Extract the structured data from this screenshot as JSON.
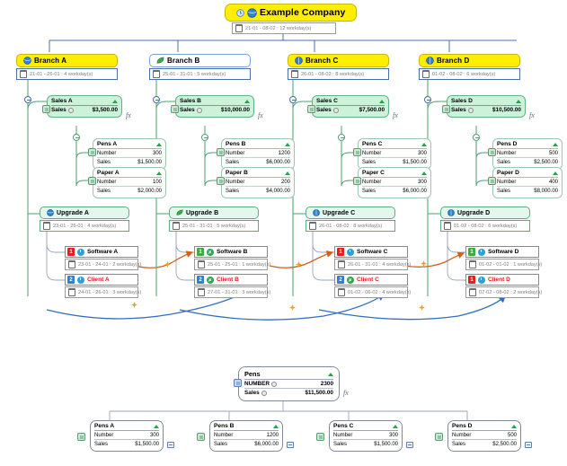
{
  "root": {
    "title": "Example Company",
    "date": "21-01 - 08-02 : 12 workday(s)"
  },
  "branches": [
    {
      "name": "Branch A",
      "date": "21-01 - 26-01 : 4 workday(s)",
      "sales": {
        "title": "Sales A",
        "label": "Sales",
        "value": "$3,500.00"
      },
      "items": [
        {
          "title": "Pens A",
          "number_label": "Number",
          "number": "300",
          "sales_label": "Sales",
          "sales": "$1,500.00"
        },
        {
          "title": "Paper A",
          "number_label": "Number",
          "number": "100",
          "sales_label": "Sales",
          "sales": "$2,000.00"
        }
      ],
      "upgrade": {
        "title": "Upgrade A",
        "date": "23-01 - 26-01 : 4 workday(s)"
      },
      "tasks": [
        {
          "title": "Software A",
          "priority": "1",
          "priority_color": "red",
          "status": "clock",
          "date": "23-01 - 24-01 : 2 workday(s)",
          "title_color": "black"
        },
        {
          "title": "Client A",
          "priority": "2",
          "priority_color": "blue",
          "status": "clock",
          "date": "24-01 - 26-01 : 3 workday(s)",
          "title_color": "red"
        }
      ]
    },
    {
      "name": "Branch B",
      "date": "25-01 - 31-01 : 5 workday(s)",
      "sales": {
        "title": "Sales B",
        "label": "Sales",
        "value": "$10,000.00"
      },
      "items": [
        {
          "title": "Pens B",
          "number_label": "Number",
          "number": "1200",
          "sales_label": "Sales",
          "sales": "$6,000.00"
        },
        {
          "title": "Paper B",
          "number_label": "Number",
          "number": "200",
          "sales_label": "Sales",
          "sales": "$4,000.00"
        }
      ],
      "upgrade": {
        "title": "Upgrade B",
        "date": "25-01 - 31-01 : 5 workday(s)"
      },
      "tasks": [
        {
          "title": "Software B",
          "priority": "1",
          "priority_color": "green",
          "status": "done",
          "date": "25-01 - 25-01 : 1 workday(s)",
          "title_color": "black"
        },
        {
          "title": "Client B",
          "priority": "2",
          "priority_color": "blue",
          "status": "done",
          "date": "27-01 - 31-01 : 3 workday(s)",
          "title_color": "red"
        }
      ]
    },
    {
      "name": "Branch C",
      "date": "26-01 - 08-02 : 8 workday(s)",
      "sales": {
        "title": "Sales C",
        "label": "Sales",
        "value": "$7,500.00"
      },
      "items": [
        {
          "title": "Pens C",
          "number_label": "Number",
          "number": "300",
          "sales_label": "Sales",
          "sales": "$1,500.00"
        },
        {
          "title": "Paper C",
          "number_label": "Number",
          "number": "300",
          "sales_label": "Sales",
          "sales": "$6,000.00"
        }
      ],
      "upgrade": {
        "title": "Upgrade C",
        "date": "26-01 - 08-02 : 8 workday(s)"
      },
      "tasks": [
        {
          "title": "Software C",
          "priority": "1",
          "priority_color": "red",
          "status": "clock",
          "date": "26-01 - 31-01 : 4 workday(s)",
          "title_color": "black"
        },
        {
          "title": "Client C",
          "priority": "2",
          "priority_color": "blue",
          "status": "done",
          "date": "01-02 - 06-02 : 4 workday(s)",
          "title_color": "red"
        }
      ]
    },
    {
      "name": "Branch D",
      "date": "01-02 - 08-02 : 6 workday(s)",
      "sales": {
        "title": "Sales D",
        "label": "Sales",
        "value": "$10,500.00"
      },
      "items": [
        {
          "title": "Pens D",
          "number_label": "Number",
          "number": "500",
          "sales_label": "Sales",
          "sales": "$2,500.00"
        },
        {
          "title": "Paper D",
          "number_label": "Number",
          "number": "400",
          "sales_label": "Sales",
          "sales": "$8,000.00"
        }
      ],
      "upgrade": {
        "title": "Upgrade D",
        "date": "01-02 - 08-02 : 6 workday(s)"
      },
      "tasks": [
        {
          "title": "Software D",
          "priority": "1",
          "priority_color": "green",
          "status": "clock",
          "date": "01-02 - 01-02 : 1 workday(s)",
          "title_color": "black"
        },
        {
          "title": "Client D",
          "priority": "1",
          "priority_color": "red",
          "status": "clock",
          "date": "07-02 - 08-02 : 2 workday(s)",
          "title_color": "red"
        }
      ]
    }
  ],
  "summary": {
    "title": "Pens",
    "number_label": "NUMBER",
    "number": "2300",
    "sales_label": "Sales",
    "sales": "$11,500.00",
    "children": [
      {
        "title": "Pens A",
        "number_label": "Number",
        "number": "300",
        "sales_label": "Sales",
        "sales": "$1,500.00"
      },
      {
        "title": "Pens B",
        "number_label": "Number",
        "number": "1200",
        "sales_label": "Sales",
        "sales": "$6,000.00"
      },
      {
        "title": "Pens C",
        "number_label": "Number",
        "number": "300",
        "sales_label": "Sales",
        "sales": "$1,500.00"
      },
      {
        "title": "Pens D",
        "number_label": "Number",
        "number": "500",
        "sales_label": "Sales",
        "sales": "$2,500.00"
      }
    ]
  },
  "colors": {
    "root_fill": "#ffee00",
    "branch_blue": "#7b9fd4",
    "metric_green": "#ccf2d9",
    "dependency_orange": "#d4601a",
    "dependency_blue": "#2f6fc4",
    "alert_red": "#e02020"
  }
}
